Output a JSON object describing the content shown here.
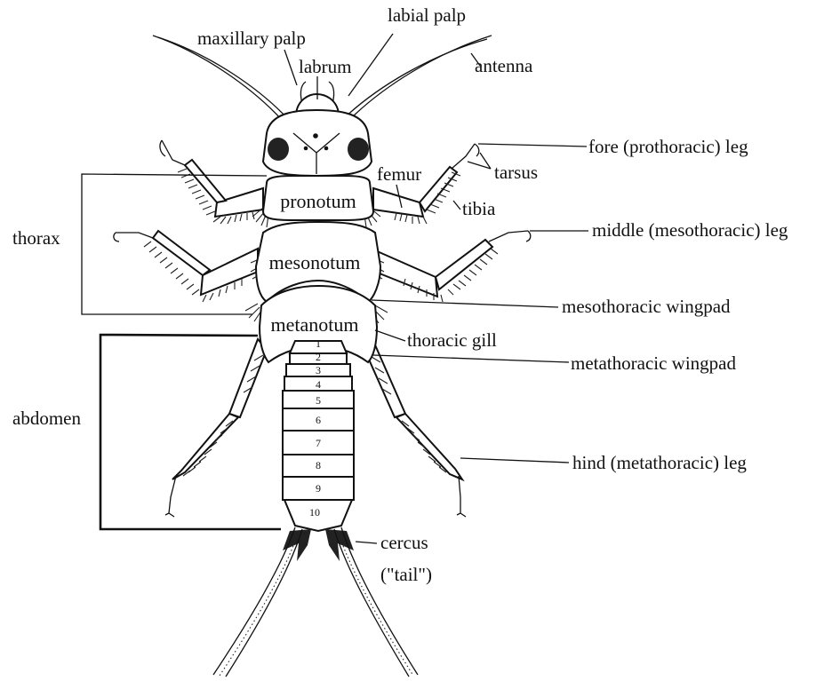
{
  "diagram": {
    "labels": {
      "maxillary_palp": "maxillary palp",
      "labial_palp": "labial palp",
      "labrum": "labrum",
      "antenna": "antenna",
      "fore_leg": "fore (prothoracic) leg",
      "tarsus": "tarsus",
      "femur": "femur",
      "tibia": "tibia",
      "thorax": "thorax",
      "pronotum": "pronotum",
      "middle_leg": "middle (mesothoracic) leg",
      "mesonotum": "mesonotum",
      "mesothoracic_wingpad": "mesothoracic wingpad",
      "metanotum": "metanotum",
      "thoracic_gill": "thoracic gill",
      "metathoracic_wingpad": "metathoracic wingpad",
      "abdomen": "abdomen",
      "hind_leg": "hind (metathoracic) leg",
      "cercus": "cercus",
      "cercus_tail": "(\"tail\")"
    },
    "segments": [
      "1",
      "2",
      "3",
      "4",
      "5",
      "6",
      "7",
      "8",
      "9",
      "10"
    ]
  }
}
